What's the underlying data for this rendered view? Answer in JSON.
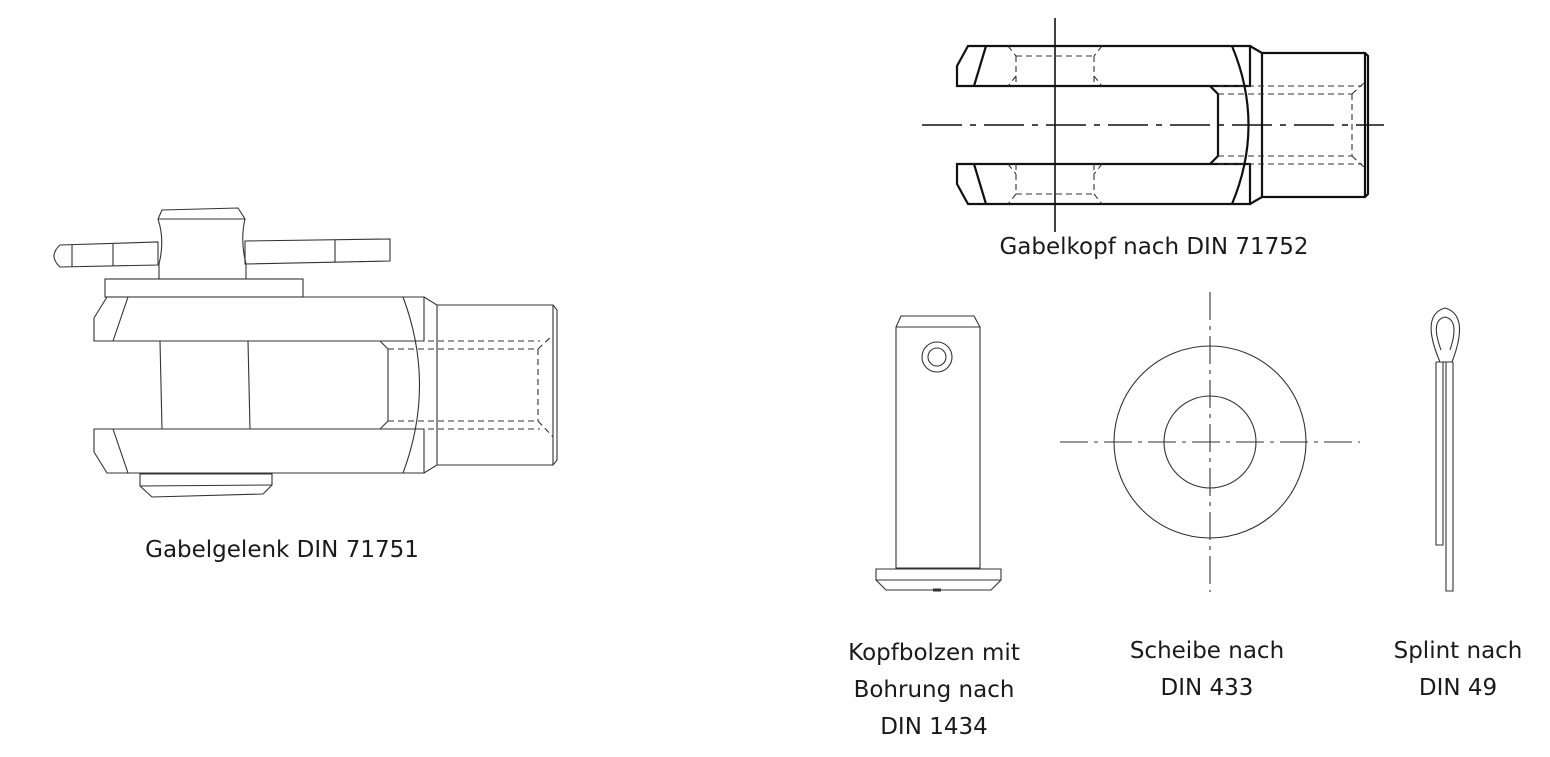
{
  "captions": {
    "gabelgelenk": "Gabelgelenk DIN 71751",
    "gabelkopf": "Gabelkopf nach DIN 71752",
    "kopfbolzen": [
      "Kopfbolzen mit",
      "Bohrung nach",
      "DIN 1434"
    ],
    "scheibe": [
      "Scheibe nach",
      "DIN 433"
    ],
    "splint": [
      "Splint nach",
      "DIN 49"
    ]
  },
  "colors": {
    "line": "#111111",
    "text": "#1a1a1a",
    "background": "#ffffff"
  }
}
